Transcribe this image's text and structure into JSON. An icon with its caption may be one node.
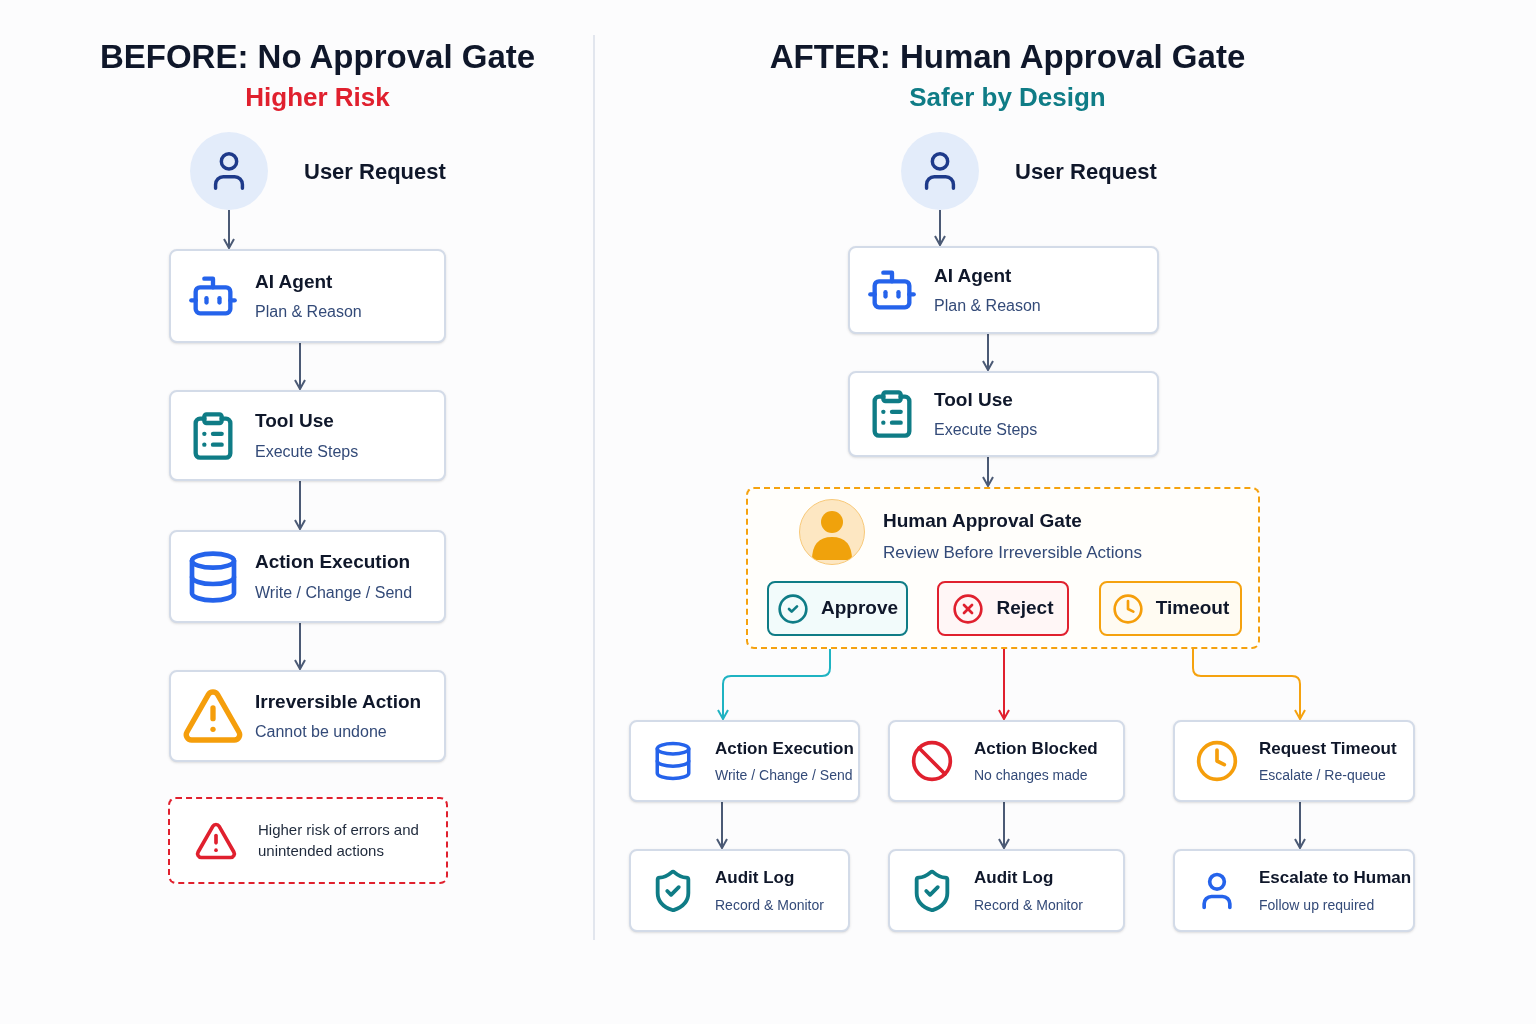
{
  "diagram": {
    "nodes": [
      {
        "text": [
          "User Request"
        ]
      },
      {
        "text": [
          "AI Agent",
          "Plan & Reason"
        ]
      },
      {
        "text": [
          "Tool Use",
          "Execute Steps"
        ]
      },
      {
        "text": [
          "Action Execution",
          "Write / Change / Send"
        ]
      },
      {
        "text": [
          "Irreversible Action",
          "Cannot be undone"
        ]
      },
      {
        "text": [
          "Higher risk of errors and unintended actions"
        ]
      },
      {
        "text": [
          "User Request"
        ]
      },
      {
        "text": [
          "AI Agent",
          "Plan & Reason"
        ]
      },
      {
        "text": [
          "Tool Use",
          "Execute Steps"
        ]
      },
      {
        "text": [
          "Human Approval Gate",
          "Review Before Irreversible Actions"
        ]
      },
      {
        "text": [
          "Approve"
        ],
        "in": 9
      },
      {
        "text": [
          "Reject"
        ],
        "in": 9
      },
      {
        "text": [
          "Timeout"
        ],
        "in": 9
      },
      {
        "text": [
          "Action Execution",
          "Write / Change / Send"
        ]
      },
      {
        "text": [
          "Action Blocked",
          "No changes made"
        ]
      },
      {
        "text": [
          "Request Timeout",
          "Escalate / Re-queue"
        ]
      },
      {
        "text": [
          "Audit Log",
          "Record & Monitor"
        ]
      },
      {
        "text": [
          "Audit Log",
          "Record & Monitor"
        ]
      },
      {
        "text": [
          "Escalate to Human",
          "Follow up required"
        ]
      }
    ],
    "edges": [
      {
        "from": 0,
        "to": 1,
        "arrow": "to"
      },
      {
        "from": 1,
        "to": 2,
        "arrow": "to"
      },
      {
        "from": 2,
        "to": 3,
        "arrow": "to"
      },
      {
        "from": 3,
        "to": 4,
        "arrow": "to"
      },
      {
        "from": 6,
        "to": 7,
        "arrow": "to"
      },
      {
        "from": 7,
        "to": 8,
        "arrow": "to"
      },
      {
        "from": 8,
        "to": 9,
        "arrow": "to"
      },
      {
        "from": 10,
        "to": 13,
        "arrow": "to",
        "color": "#1fb3c2"
      },
      {
        "from": 11,
        "to": 14,
        "arrow": "to",
        "color": "#e0202e"
      },
      {
        "from": 12,
        "to": 15,
        "arrow": "to",
        "color": "#f5a20f"
      },
      {
        "from": 13,
        "to": 16,
        "arrow": "to"
      },
      {
        "from": 14,
        "to": 17,
        "arrow": "to"
      },
      {
        "from": 15,
        "to": 18,
        "arrow": "to"
      }
    ],
    "labels": [
      "BEFORE: No Approval Gate",
      "Higher Risk",
      "AFTER: Human Approval Gate",
      "Safer by Design"
    ]
  }
}
